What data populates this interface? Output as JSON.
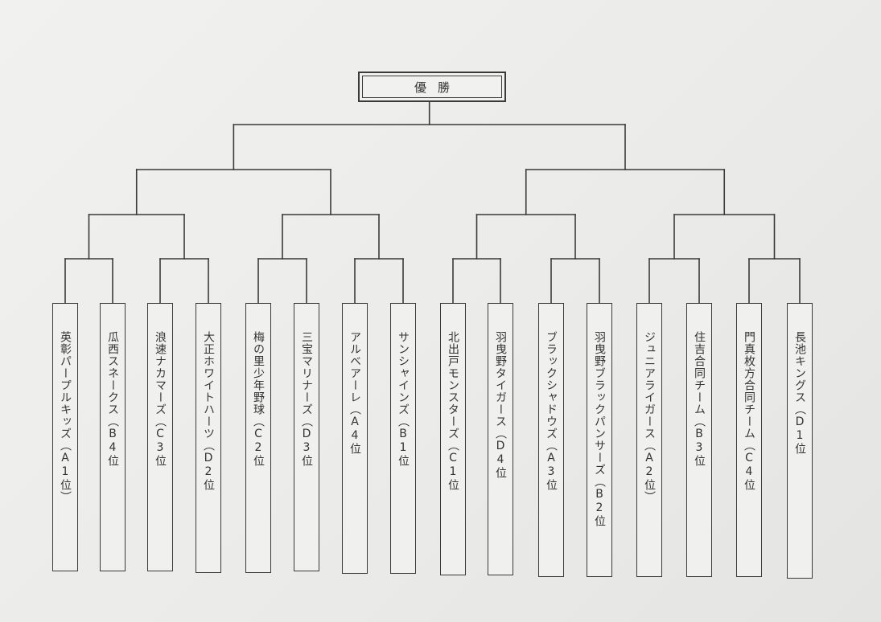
{
  "title": "優勝",
  "teams": [
    "英彰パープルキッズ（A1位）",
    "瓜西スネークス（B4位",
    "浪速ナカマーズ（C3位",
    "大正ホワイトハーツ（D2位",
    "梅の里少年野球（C2位",
    "三宝マリナーズ（D3位",
    "アルベアーレ（A4位",
    "サンシャインズ（B1位",
    "北出戸モンスターズ（C1位",
    "羽曳野タイガース（D4位",
    "ブラックシャドウズ（A3位",
    "羽曳野ブラックパンサーズ（B2位",
    "ジュニアライガース（A2位）",
    "住吉合同チーム（B3位",
    "門真枚方合同チーム（C4位",
    "長池キングス（D1位"
  ],
  "colors": {
    "line": "#3a3a3a",
    "paper": "#efefed",
    "text": "#333333"
  }
}
